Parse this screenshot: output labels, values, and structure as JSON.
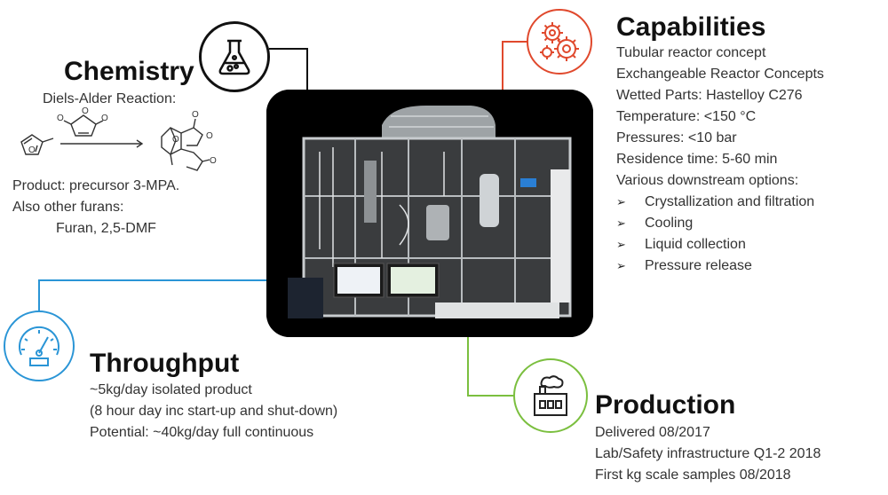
{
  "chemistry": {
    "title": "Chemistry",
    "subtitle": "Diels-Alder Reaction:",
    "lines": [
      "Product: precursor 3-MPA.",
      "Also other furans:",
      "Furan, 2,5-DMF"
    ],
    "icon": "flask-icon"
  },
  "capabilities": {
    "title": "Capabilities",
    "lines": [
      "Tubular reactor concept",
      "Exchangeable Reactor Concepts",
      "Wetted Parts: Hastelloy C276",
      "Temperature: <150 °C",
      "Pressures: <10 bar",
      "Residence time: 5-60 min",
      "Various downstream options:"
    ],
    "bullets": [
      "Crystallization and filtration",
      "Cooling",
      "Liquid collection",
      "Pressure release"
    ],
    "bullet_glyph": "➢",
    "icon": "gears-icon",
    "accent": "#e0492d"
  },
  "throughput": {
    "title": "Throughput",
    "lines": [
      "~5kg/day isolated product",
      "(8 hour day inc start-up and shut-down)",
      "Potential: ~40kg/day full continuous"
    ],
    "icon": "gauge-icon",
    "accent": "#2a95d6"
  },
  "production": {
    "title": "Production",
    "lines": [
      "Delivered 08/2017",
      "Lab/Safety infrastructure Q1-2 2018",
      "First kg scale samples 08/2018"
    ],
    "icon": "factory-icon",
    "accent": "#7bbf3f"
  },
  "photo": {
    "icon": "reactor-photo"
  }
}
